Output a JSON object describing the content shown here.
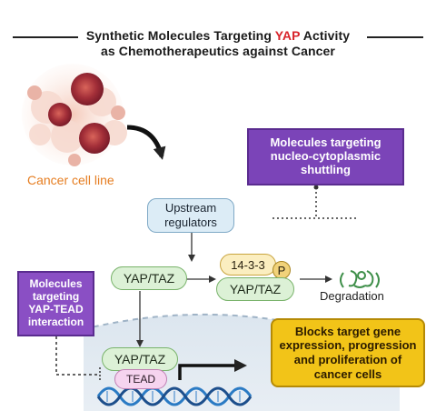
{
  "title": {
    "line1_pre": "Synthetic Molecules Targeting ",
    "line1_highlight": "YAP",
    "line1_post": " Activity",
    "line2": "as Chemotherapeutics against Cancer"
  },
  "cancer_label": "Cancer cell line",
  "upstream": {
    "line1": "Upstream",
    "line2": "regulators"
  },
  "shuttling_box": {
    "line1": "Molecules targeting",
    "line2": "nucleo-cytoplasmic",
    "line3": "shuttling"
  },
  "tead_box": {
    "line1": "Molecules",
    "line2": "targeting",
    "line3": "YAP-TEAD",
    "line4": "interaction"
  },
  "yap_taz_label": "YAP/TAZ",
  "protein_1433": "14-3-3",
  "phospho": "P",
  "degradation": "Degradation",
  "tead": "TEAD",
  "blocks_box": {
    "line1": "Blocks target gene",
    "line2": "expression, progression",
    "line3": "and proliferation of",
    "line4": "cancer cells"
  },
  "colors": {
    "purple": "#7b44b8",
    "yellow": "#f2c418",
    "green": "#dcf1d6",
    "cancer_orange": "#e67e22",
    "title_highlight": "#d8232a"
  }
}
